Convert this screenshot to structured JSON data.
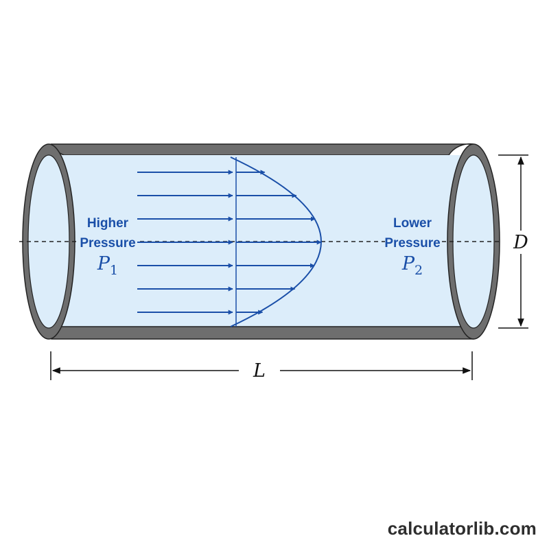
{
  "colors": {
    "pipe_wall": "#6e6e6e",
    "pipe_outline": "#222222",
    "fluid": "#dcedfa",
    "flow": "#1a4fa8",
    "dimension": "#111111"
  },
  "labels": {
    "inlet": {
      "line1": "Higher",
      "line2": "Pressure",
      "symbol": "P",
      "subscript": "1"
    },
    "outlet": {
      "line1": "Lower",
      "line2": "Pressure",
      "symbol": "P",
      "subscript": "2"
    },
    "diameter": "D",
    "length": "L"
  },
  "flow": {
    "profile": "parabolic",
    "uniform_arrow_count": 7,
    "profile_arrow_count": 7
  },
  "watermark": "calculatorlib.com"
}
